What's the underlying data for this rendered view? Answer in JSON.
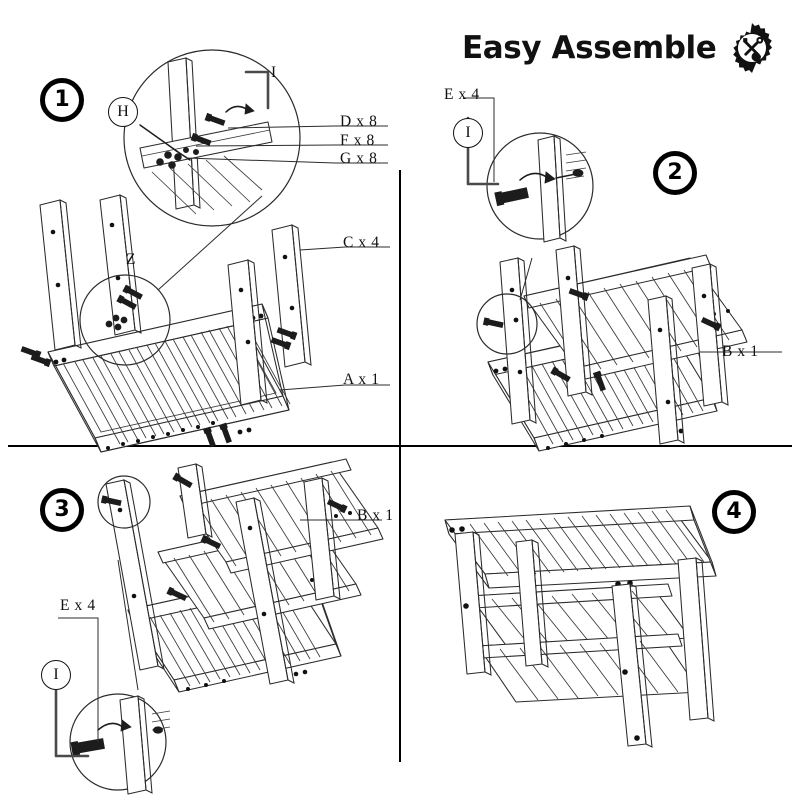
{
  "title": {
    "text": "Easy Assemble",
    "icon": "gear-tools-icon"
  },
  "steps": [
    {
      "number": "1"
    },
    {
      "number": "2"
    },
    {
      "number": "3"
    },
    {
      "number": "4"
    }
  ],
  "panel1": {
    "step": "1",
    "detail_callout_letter": "Z",
    "tool_tag_h": "H",
    "tool_tag_i": "I",
    "parts": [
      {
        "label": "D x 8"
      },
      {
        "label": "F x 8"
      },
      {
        "label": "G x 8"
      },
      {
        "label": "C x 4"
      },
      {
        "label": "A x 1"
      }
    ]
  },
  "panel2": {
    "step": "2",
    "tool_tag_i": "I",
    "parts": [
      {
        "label": "E x 4"
      },
      {
        "label": "B x 1"
      }
    ]
  },
  "panel3": {
    "step": "3",
    "tool_tag_i": "I",
    "parts": [
      {
        "label": "B x 1"
      },
      {
        "label": "E x 4"
      }
    ]
  },
  "panel4": {
    "step": "4"
  },
  "colors": {
    "ink": "#111111",
    "line": "#333333",
    "hardware": "#1a1a1a",
    "paper": "#ffffff"
  }
}
